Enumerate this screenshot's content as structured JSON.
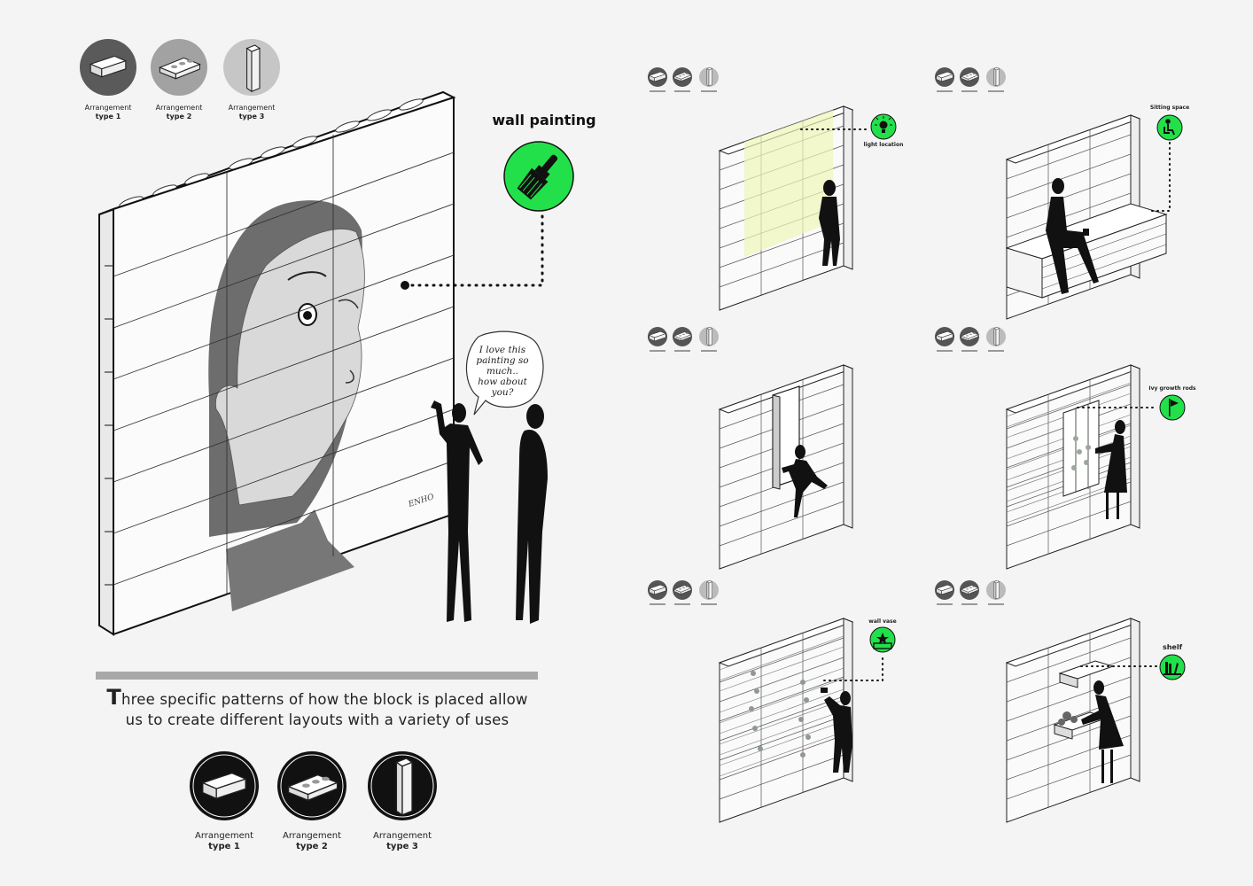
{
  "legend_top": [
    {
      "line1": "Arrangement",
      "line2": "type 1"
    },
    {
      "line1": "Arrangement",
      "line2": "type 2"
    },
    {
      "line1": "Arrangement",
      "line2": "type 3"
    }
  ],
  "legend_bottom": [
    {
      "line1": "Arrangement",
      "line2": "type 1"
    },
    {
      "line1": "Arrangement",
      "line2": "type 2"
    },
    {
      "line1": "Arrangement",
      "line2": "type 3"
    }
  ],
  "main_feature": {
    "label": "wall painting",
    "icon": "paintbrush-icon",
    "signature": "ENHO"
  },
  "speech": {
    "lines": [
      "I love this",
      "painting so",
      "much..",
      "how about",
      "you?"
    ]
  },
  "caption": {
    "first_letter": "T",
    "line1_rest": "hree specific patterns of how the block is placed allow",
    "line2": "us to create different layouts with a variety of uses"
  },
  "panels": [
    {
      "label": "light location",
      "icon": "light-bulb-icon"
    },
    {
      "label": "Sitting space",
      "icon": "sitting-person-icon"
    },
    {
      "label": "",
      "icon": ""
    },
    {
      "label": "Ivy growth rods",
      "icon": "flag-rod-icon"
    },
    {
      "label": "wall vase",
      "icon": "vase-icon"
    },
    {
      "label": "shelf",
      "icon": "shelf-books-icon"
    }
  ],
  "colors": {
    "accent": "#22e04a",
    "ink": "#111111",
    "dark_gray": "#5a5a5a",
    "mid_gray": "#9c9c9c",
    "light_gray": "#c4c4c4"
  }
}
